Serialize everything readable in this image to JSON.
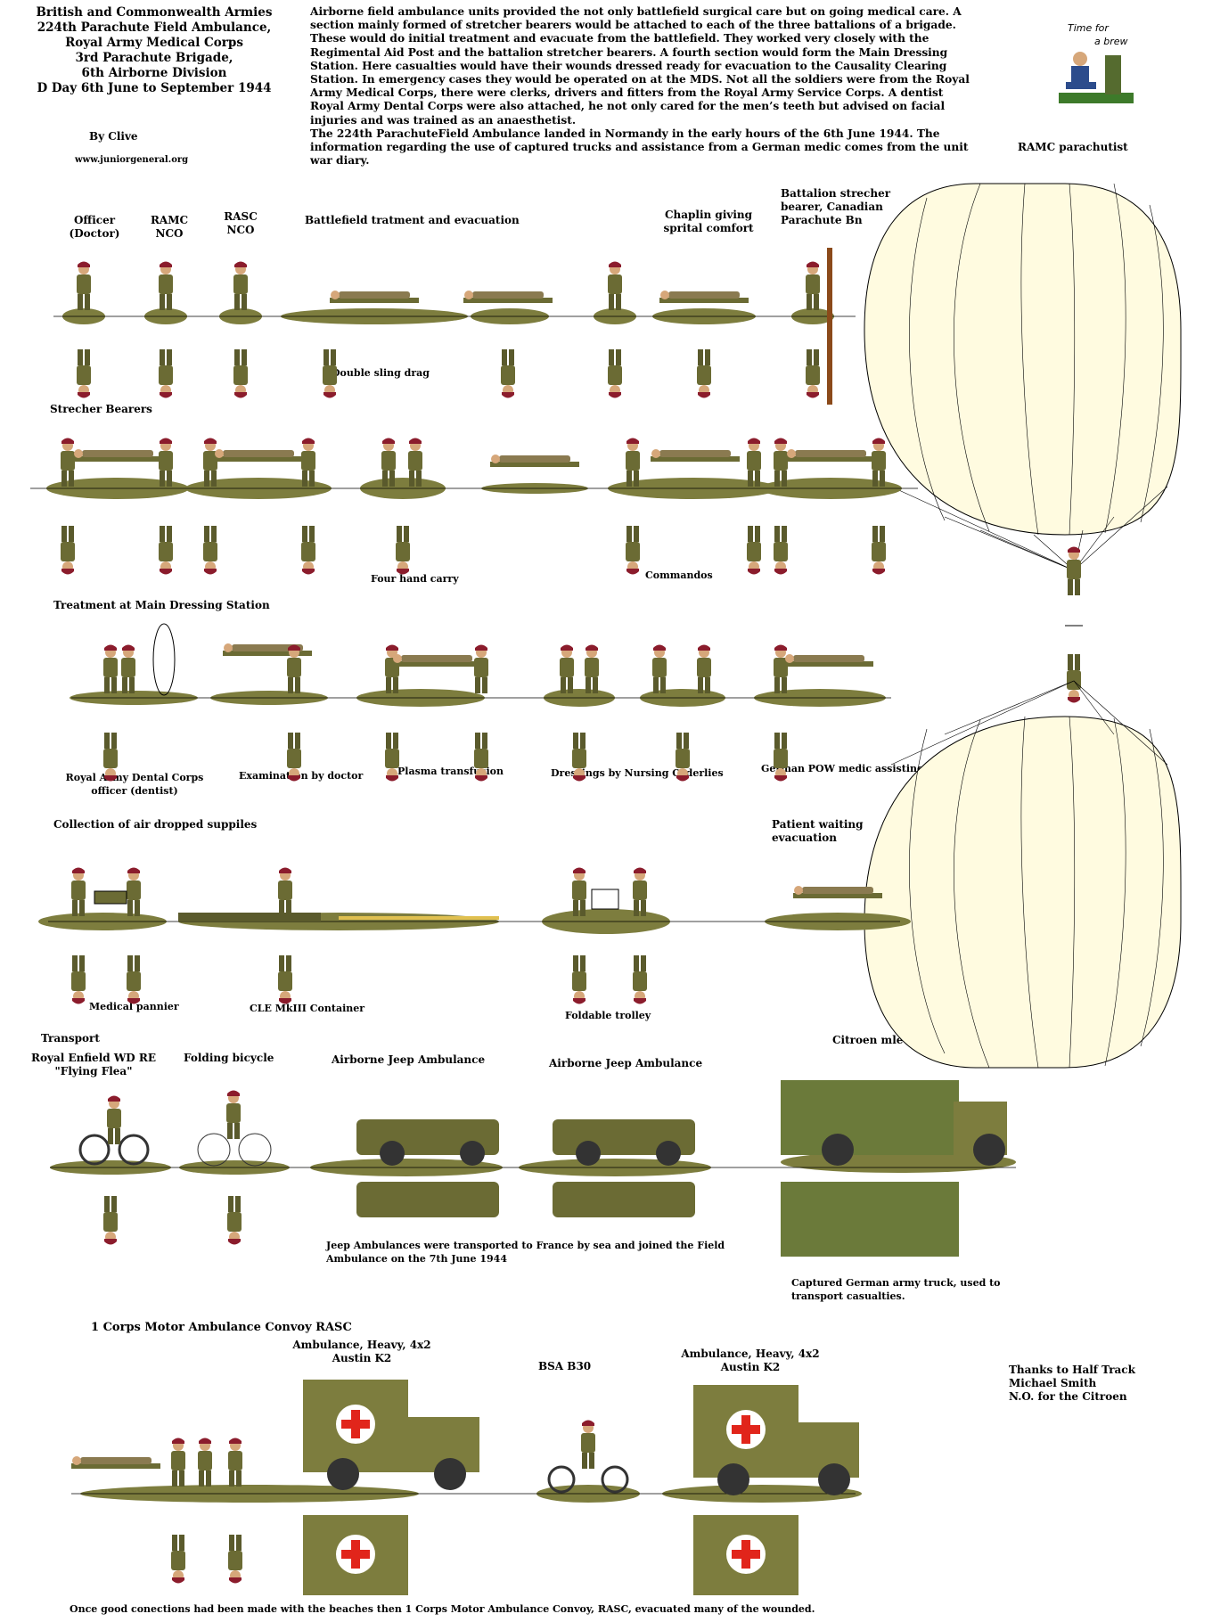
{
  "header": {
    "title_lines": [
      "British and Commonwealth Armies",
      "224th Parachute Field Ambulance,",
      "Royal Army Medical Corps",
      "3rd Parachute Brigade,",
      "6th Airborne Division",
      "D Day 6th June to September 1944"
    ],
    "byline": "By Clive",
    "website": "www.juniorgeneral.org",
    "intro": "Airborne field ambulance units provided the not only battlefield surgical care but on going medical care. A section mainly formed of stretcher bearers would be attached to each of the three battalions of a brigade. These would do initial treatment and evacuate from the battlefield. They worked very closely with the Regimental Aid Post and the battalion stretcher bearers. A fourth section would form the Main Dressing Station. Here casualties would have their wounds dressed ready for evacuation to the Causality Clearing Station. In emergency cases they would be operated on at the MDS. Not all the soldiers were from the Royal Army Medical Corps, there were clerks, drivers and fitters from the Royal Army Service Corps.  A dentist Royal Army Dental Corps were also attached, he not only cared for the men’s teeth but advised on facial injuries and was trained as an anaesthetist.\nThe 224th ParachuteField Ambulance landed in Normandy in the early hours of the 6th June 1944. The information regarding the use of captured trucks and assistance from a German medic comes from the unit war diary.",
    "tea_caption": [
      "Time for",
      "a brew"
    ]
  },
  "row1": {
    "officer": [
      "Officer",
      "(Doctor)"
    ],
    "ramc_nco": [
      "RAMC",
      "NCO"
    ],
    "rasc_nco": [
      "RASC",
      "NCO"
    ],
    "battlefield": "Battlefield tratment and evacuation",
    "double_sling": "Double sling drag",
    "chaplin": [
      "Chaplin giving",
      "sprital comfort"
    ],
    "bearer": [
      "Battalion strecher",
      "bearer, Canadian",
      "Parachute Bn"
    ],
    "parachutist": "RAMC parachutist"
  },
  "row2": {
    "heading": "Strecher Bearers",
    "four_hand": "Four hand carry",
    "commandos": "Commandos"
  },
  "row3": {
    "heading": "Treatment at Main Dressing Station",
    "dentist": [
      "Royal Army Dental Corps",
      "officer (dentist)"
    ],
    "examination": "Examination by doctor",
    "plasma": "Plasma transfusion",
    "dressings": "Dressings by Nursing Orderlies",
    "pow": "German POW medic assisting"
  },
  "row4": {
    "heading": "Collection of air dropped suppiles",
    "pannier": "Medical pannier",
    "container": "CLE MkIII Container",
    "trolley": "Foldable trolley",
    "waiting": [
      "Patient waiting",
      "evacuation"
    ]
  },
  "row5": {
    "heading": "Transport",
    "enfield": [
      "Royal Enfield WD RE",
      "\"Flying Flea\""
    ],
    "bicycle": "Folding bicycle",
    "jeep1": "Airborne Jeep Ambulance",
    "jeep2": "Airborne Jeep Ambulance",
    "citroen": "Citroen mle 23",
    "jeep_note": [
      "Jeep Ambulances were transported to France by sea and joined the Field",
      "Ambulance on the 7th June 1944"
    ],
    "captured": [
      "Captured German army truck, used to",
      "transport casualties."
    ]
  },
  "row6": {
    "heading": "1 Corps Motor Ambulance Convoy RASC",
    "austin1": [
      "Ambulance, Heavy, 4x2",
      "Austin K2"
    ],
    "bsa": "BSA B30",
    "austin2": [
      "Ambulance, Heavy, 4x2",
      "Austin K2"
    ],
    "thanks": [
      "Thanks to Half Track",
      "Michael Smith",
      "N.O. for the  Citroen"
    ],
    "footer": "Once good conections had been made with the beaches then 1 Corps Motor Ambulance Convoy, RASC, evacuated many of the wounded."
  },
  "colors": {
    "khaki": "#6b6b34",
    "base": "#7d7d3e",
    "maroon": "#8b1c2c",
    "canopy": "#fffbe0",
    "cross": "#e1251b"
  }
}
